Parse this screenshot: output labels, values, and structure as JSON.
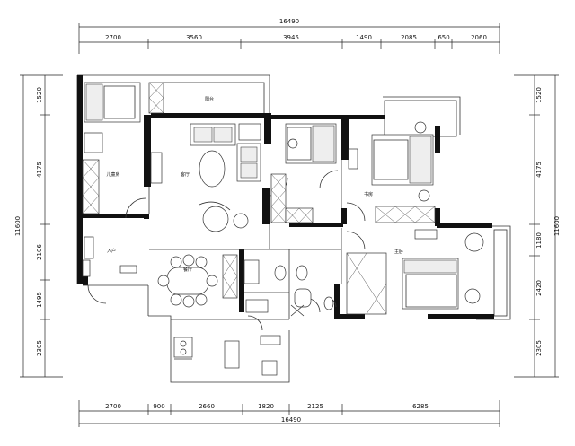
{
  "dimensions": {
    "top_total": "16490",
    "top_segments": [
      "2700",
      "3560",
      "3945",
      "1490",
      "2085",
      "650",
      "2060"
    ],
    "bottom_total": "16490",
    "bottom_segments": [
      "2700",
      "900",
      "2660",
      "1820",
      "2125",
      "6285"
    ],
    "left_total": "11600",
    "left_segments": [
      "1520",
      "4175",
      "2106",
      "1495",
      "2305"
    ],
    "right_total": "11600",
    "right_segments": [
      "1520",
      "4175",
      "1180",
      "2420",
      "2305"
    ]
  },
  "rooms": {
    "bedroom_left": "儿童房",
    "living": "客厅",
    "dining": "餐厅",
    "entry": "入户",
    "master": "主卧",
    "study": "书房"
  }
}
